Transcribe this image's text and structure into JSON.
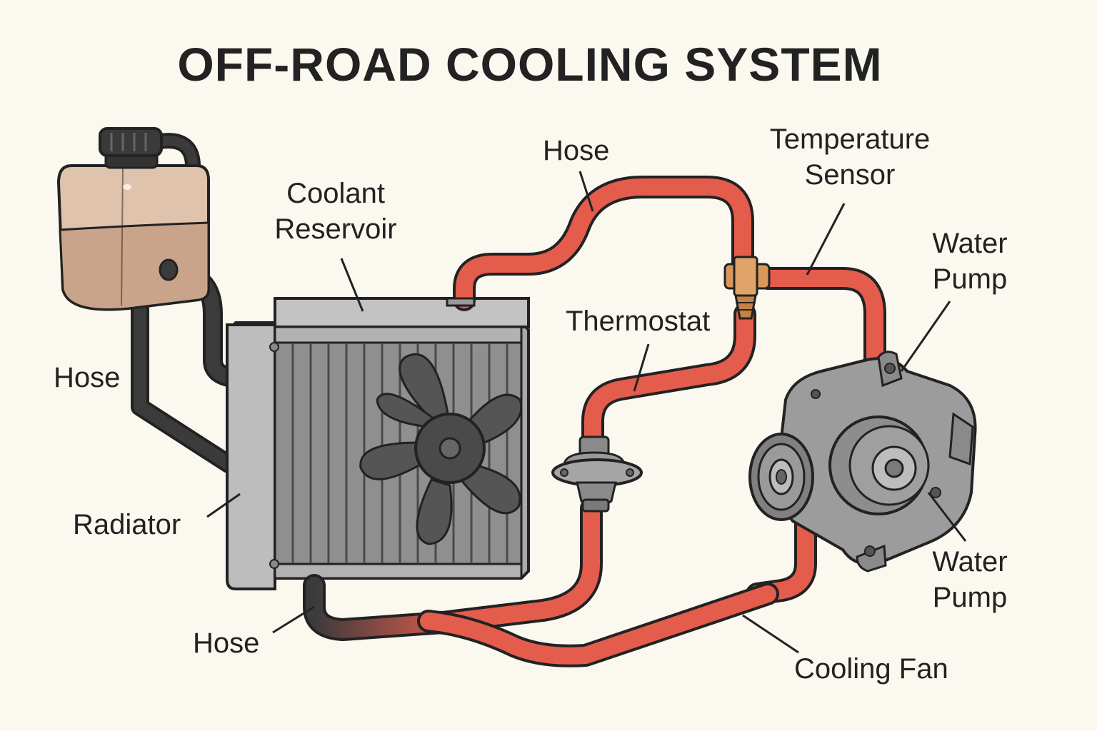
{
  "title": "OFF-ROAD COOLING SYSTEM",
  "labels": {
    "hose_top": "Hose",
    "temperature_sensor": "Temperature\nSensor",
    "coolant_reservoir": "Coolant\nReservoir",
    "water_pump_top": "Water\nPump",
    "thermostat": "Thermostat",
    "hose_left": "Hose",
    "radiator": "Radiator",
    "water_pump_bottom": "Water\nPump",
    "hose_bottom": "Hose",
    "cooling_fan": "Cooling Fan"
  },
  "colors": {
    "background": "#fbf8ef",
    "hose_hot": "#e45c4c",
    "hose_cold": "#3b3b3b",
    "radiator_metal": "#a9a9a9",
    "reservoir_fluid": "#c9a48a",
    "brass_fitting": "#d9975a",
    "outline": "#222222"
  }
}
